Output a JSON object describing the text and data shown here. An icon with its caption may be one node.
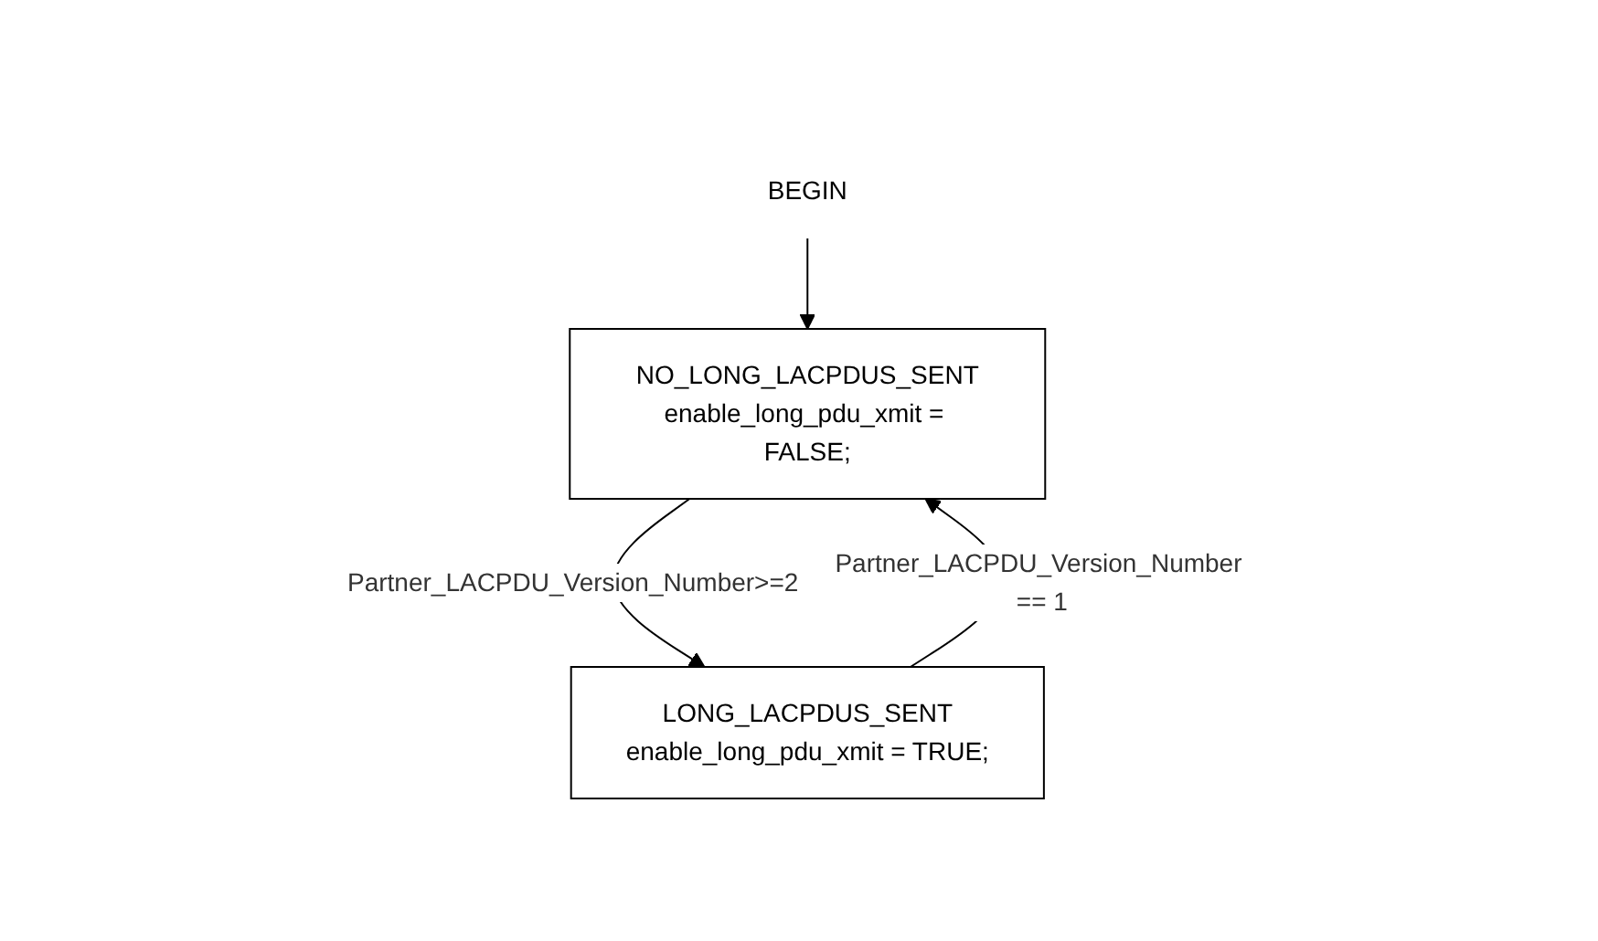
{
  "diagram": {
    "nodes": [
      {
        "text": [
          "BEGIN"
        ]
      },
      {
        "text": [
          "NO_LONG_LACPDUS_SENT",
          "enable_long_pdu_xmit = FALSE;"
        ]
      },
      {
        "text": [
          "LONG_LACPDUS_SENT",
          "enable_long_pdu_xmit = TRUE;"
        ]
      }
    ],
    "edges": [
      {
        "from": 0,
        "to": 1,
        "arrow": "to"
      },
      {
        "from": 1,
        "to": 2,
        "arrow": "to",
        "label": "Partner_LACPDU_Version_Number>=2"
      },
      {
        "from": 2,
        "to": 1,
        "arrow": "to",
        "label": "Partner_LACPDU_Version_Number == 1"
      }
    ]
  }
}
